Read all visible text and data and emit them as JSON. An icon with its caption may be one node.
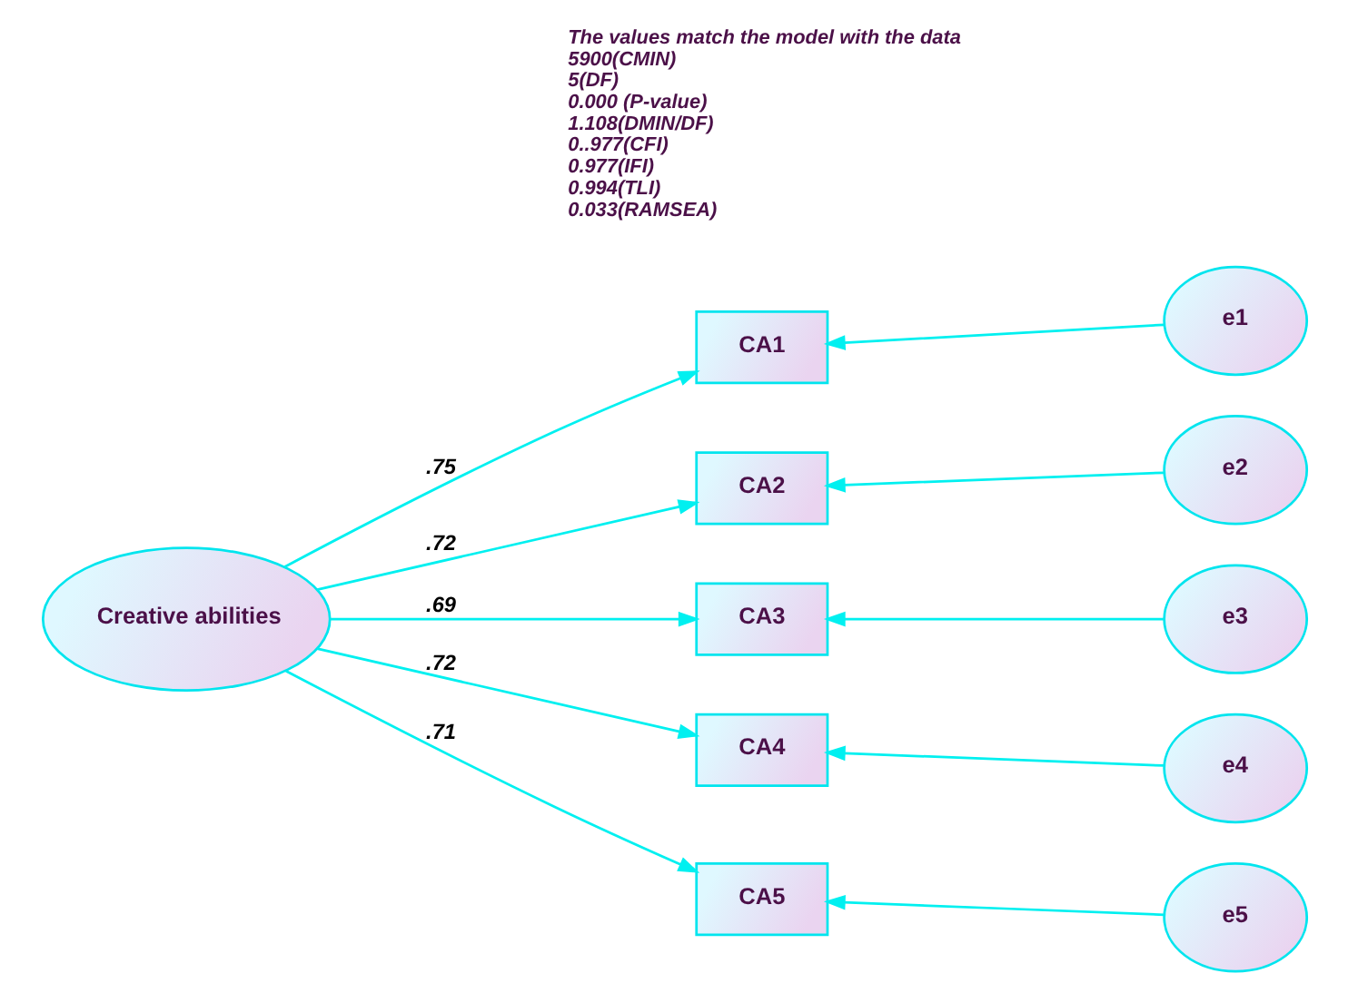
{
  "diagram": {
    "nodes": [
      {
        "text": [
          "Creative abilities"
        ]
      },
      {
        "text": [
          "CA1"
        ]
      },
      {
        "text": [
          "CA2"
        ]
      },
      {
        "text": [
          "CA3"
        ]
      },
      {
        "text": [
          "CA4"
        ]
      },
      {
        "text": [
          "CA5"
        ]
      },
      {
        "text": [
          "e1"
        ]
      },
      {
        "text": [
          "e2"
        ]
      },
      {
        "text": [
          "e3"
        ]
      },
      {
        "text": [
          "e4"
        ]
      },
      {
        "text": [
          "e5"
        ]
      }
    ],
    "edges": [
      {
        "from": 0,
        "to": 1,
        "arrow": "to",
        "label": ".75"
      },
      {
        "from": 0,
        "to": 2,
        "arrow": "to",
        "label": ".72"
      },
      {
        "from": 0,
        "to": 3,
        "arrow": "to",
        "label": ".69"
      },
      {
        "from": 0,
        "to": 4,
        "arrow": "to",
        "label": ".72"
      },
      {
        "from": 0,
        "to": 5,
        "arrow": "to",
        "label": ".71"
      },
      {
        "from": 6,
        "to": 1,
        "arrow": "to"
      },
      {
        "from": 7,
        "to": 2,
        "arrow": "to"
      },
      {
        "from": 8,
        "to": 3,
        "arrow": "to"
      },
      {
        "from": 9,
        "to": 4,
        "arrow": "to"
      },
      {
        "from": 10,
        "to": 5,
        "arrow": "to"
      }
    ],
    "labels": [
      "The values match the model with the data",
      "5900(CMIN)",
      "5(DF)",
      "0.000 (P-value)",
      "1.108(DMIN/DF)",
      "0..977(CFI)",
      "0.977(IFI)",
      "0.994(TLI)",
      "0.033(RAMSEA)"
    ]
  }
}
